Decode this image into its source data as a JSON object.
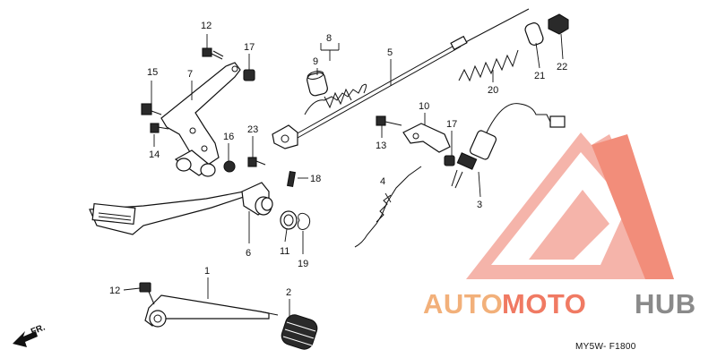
{
  "diagram": {
    "code": "MY5W- F1800",
    "direction_label": "FR.",
    "callouts": [
      "1",
      "2",
      "3",
      "4",
      "5",
      "6",
      "7",
      "8",
      "9",
      "10",
      "11",
      "12",
      "13",
      "13",
      "14",
      "15",
      "16",
      "17",
      "17",
      "18",
      "19",
      "20",
      "21",
      "22",
      "23"
    ]
  },
  "watermark": {
    "part1": "AUTO",
    "part2": "MOTO",
    "part3": "HUB",
    "colors": {
      "auto": "#f2b07a",
      "moto": "#f07a63",
      "hub": "#8a8a8a",
      "logo": "#f26c5f"
    }
  }
}
